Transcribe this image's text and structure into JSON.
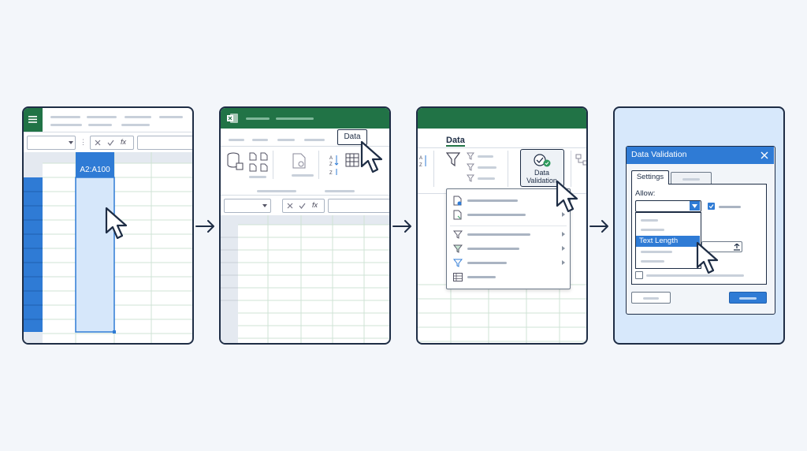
{
  "step1": {
    "range_label": "A2:A100",
    "formula_bar_fx": "fx"
  },
  "step2": {
    "tab_data": "Data",
    "formula_bar_fx": "fx"
  },
  "step3": {
    "tab_data": "Data",
    "button_label_line1": "Data",
    "button_label_line2": "Validation"
  },
  "step4": {
    "dialog_title": "Data Validation",
    "tab_settings": "Settings",
    "allow_label": "Allow:",
    "dropdown_highlighted": "Text Length"
  },
  "colors": {
    "excel_green": "#217346",
    "selection_blue": "#2f7bd5",
    "outline": "#1e2d45"
  }
}
